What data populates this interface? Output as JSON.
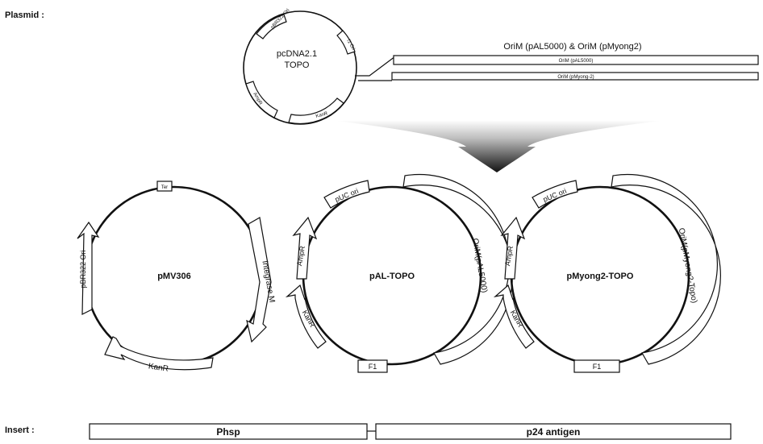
{
  "labels": {
    "plasmid": "Plasmid :",
    "insert": "Insert :"
  },
  "source_plasmid": {
    "name_line1": "pcDNA2.1",
    "name_line2": "TOPO",
    "features": [
      "pBR322 Ori",
      "f1 Ori",
      "AmpR",
      "KanR"
    ]
  },
  "ori_panel": {
    "title": "OriM (pAL5000) & OriM (pMyong2)",
    "bars": [
      "OriM (pAL5000)",
      "OriM (pMyong-2)"
    ]
  },
  "plasmids": [
    {
      "name": "pMV306",
      "features": [
        "Ter",
        "pBR322 Ori",
        "Integrase M",
        "KanR"
      ]
    },
    {
      "name": "pAL-TOPO",
      "features": [
        "pUC ori",
        "AmpR",
        "KanR",
        "F1",
        "OriM(pAL5000)"
      ]
    },
    {
      "name": "pMyong2-TOPO",
      "features": [
        "pUC ori",
        "AmpR",
        "KanR",
        "F1",
        "OriM(pMyong2-Topo)"
      ]
    }
  ],
  "insert": {
    "segments": [
      "Phsp",
      "p24 antigen"
    ]
  },
  "colors": {
    "line": "#111111",
    "arrow_dark": "#111111",
    "arrow_light": "#ffffff"
  }
}
